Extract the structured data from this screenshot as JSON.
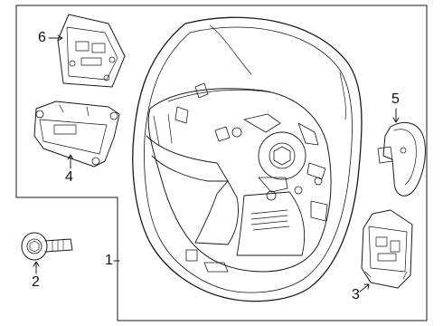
{
  "callouts": {
    "part1": "1",
    "part2": "2",
    "part3": "3",
    "part4": "4",
    "part5": "5",
    "part6": "6"
  },
  "colors": {
    "line": "#1a1a1a",
    "background": "#ffffff"
  },
  "icons": {
    "steering_wheel": "steering-wheel-icon",
    "bolt": "bolt-icon",
    "left_switch": "left-switch-icon",
    "rear_cover": "rear-cover-icon",
    "paddle": "paddle-shifter-icon",
    "module": "control-module-icon"
  }
}
